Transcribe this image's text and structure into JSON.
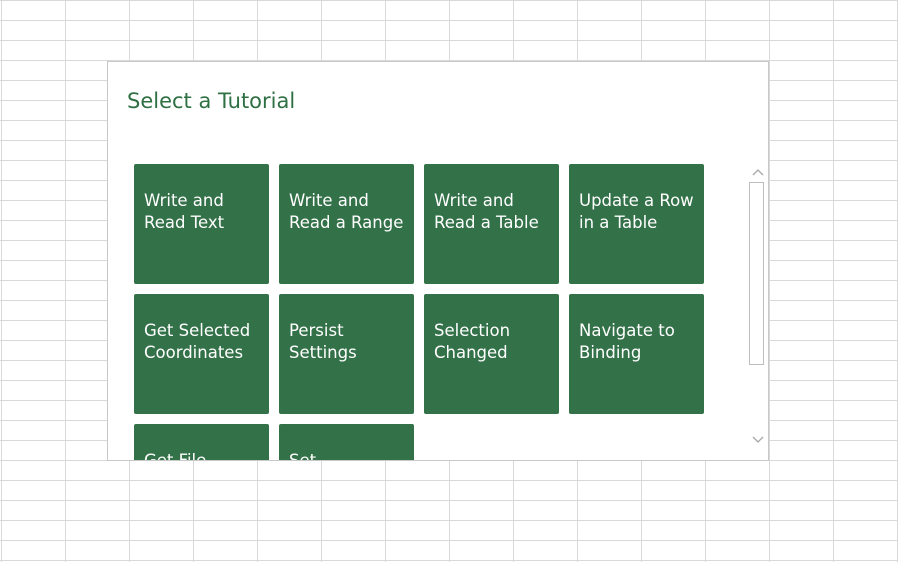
{
  "dialog": {
    "title": "Select a Tutorial"
  },
  "tiles": [
    {
      "label": "Write and\nRead Text"
    },
    {
      "label": "Write and\nRead a Range"
    },
    {
      "label": "Write and\nRead a Table"
    },
    {
      "label": "Update a Row\nin a Table"
    },
    {
      "label": "Get Selected\nCoordinates"
    },
    {
      "label": "Persist\nSettings"
    },
    {
      "label": "Selection\nChanged"
    },
    {
      "label": "Navigate to\nBinding"
    },
    {
      "label": "Get File\n"
    },
    {
      "label": "Set\n"
    }
  ],
  "colors": {
    "accent": "#2f7043",
    "tile_bg": "#337148",
    "grid_line": "#d9d9d9"
  },
  "icons": {
    "scroll_up": "chevron-up-icon",
    "scroll_down": "chevron-down-icon"
  }
}
